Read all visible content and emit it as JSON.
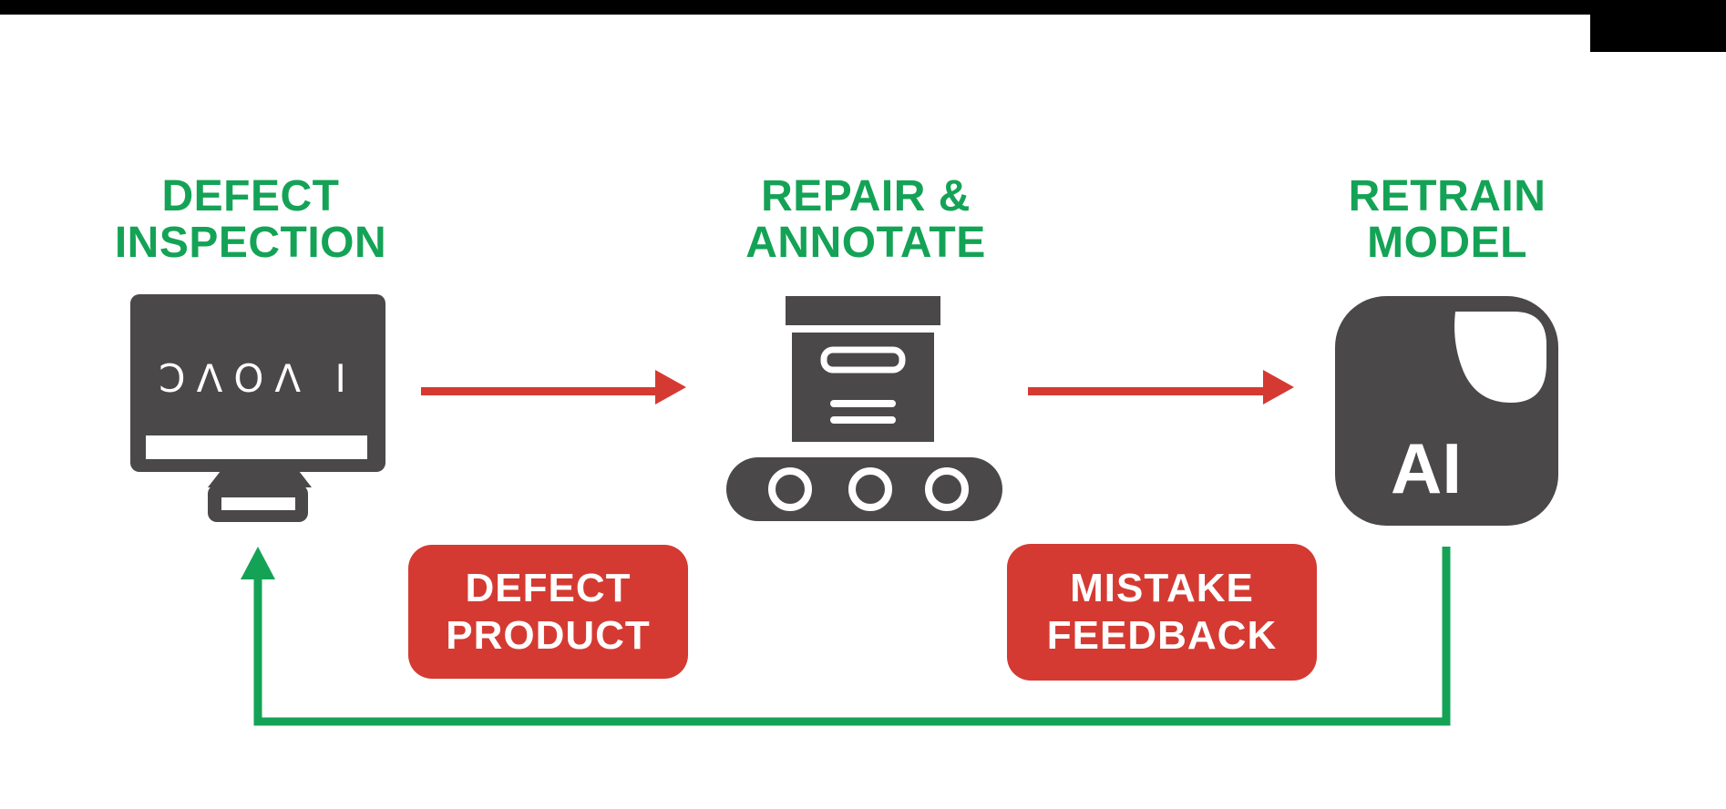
{
  "colors": {
    "green": "#14a356",
    "red": "#d53a32",
    "dark_gray": "#4a4848",
    "black": "#000000",
    "white": "#ffffff"
  },
  "stages": [
    {
      "id": "defect-inspection",
      "title_line1": "DEFECT",
      "title_line2": "INSPECTION",
      "icon": "monitor-daoai-icon",
      "logo_text": "ƆΛΟΛ Ι"
    },
    {
      "id": "repair-annotate",
      "title_line1": "REPAIR &",
      "title_line2": "ANNOTATE",
      "icon": "conveyor-box-icon"
    },
    {
      "id": "retrain-model",
      "title_line1": "RETRAIN",
      "title_line2": "MODEL",
      "icon": "ai-chip-icon",
      "ai_label": "AI"
    }
  ],
  "badges": [
    {
      "id": "defect-product",
      "line1": "DEFECT",
      "line2": "PRODUCT"
    },
    {
      "id": "mistake-feedback",
      "line1": "MISTAKE",
      "line2": "FEEDBACK"
    }
  ],
  "connectors": {
    "forward_arrow_1": "defect-inspection to repair-annotate",
    "forward_arrow_2": "repair-annotate to retrain-model",
    "feedback_loop": "retrain-model back to defect-inspection"
  }
}
